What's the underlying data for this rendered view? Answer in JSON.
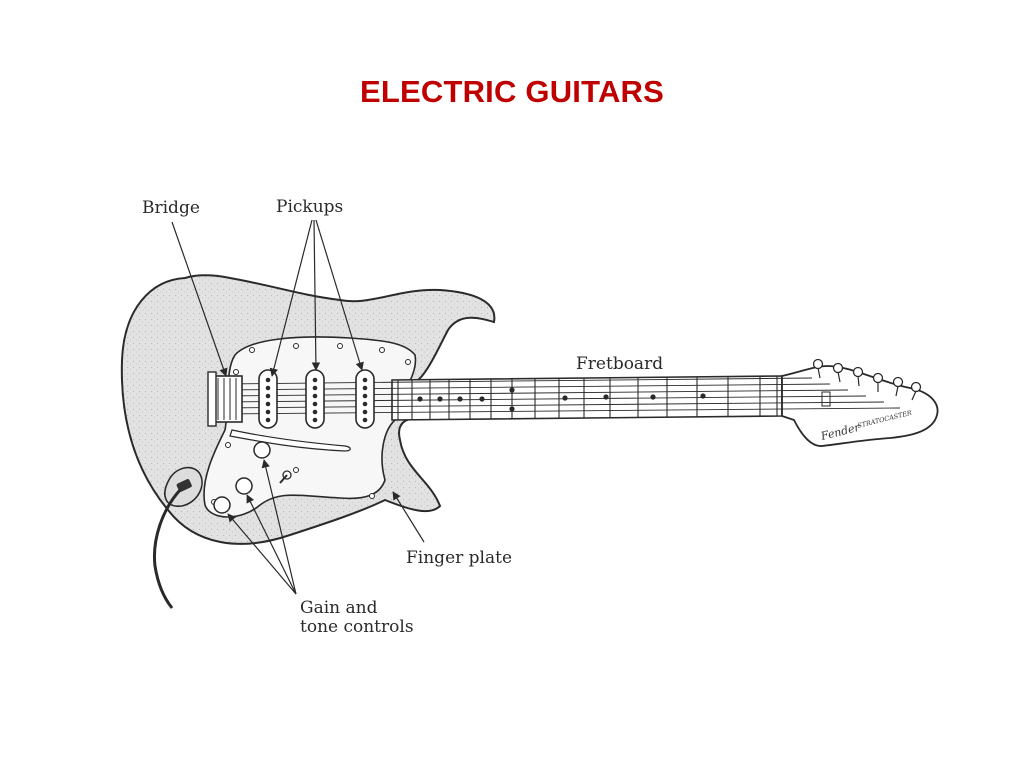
{
  "title": "ELECTRIC GUITARS",
  "colors": {
    "title": "#c00000",
    "ink": "#2a2a2a",
    "body_fill": "#e4e4e4",
    "guard_fill": "#f7f7f7"
  },
  "labels": {
    "bridge": "Bridge",
    "pickups": "Pickups",
    "fretboard": "Fretboard",
    "finger_plate": "Finger plate",
    "controls_line1": "Gain and",
    "controls_line2": "tone controls"
  },
  "logo": {
    "brand": "Fender",
    "model": "STRATOCASTER"
  }
}
